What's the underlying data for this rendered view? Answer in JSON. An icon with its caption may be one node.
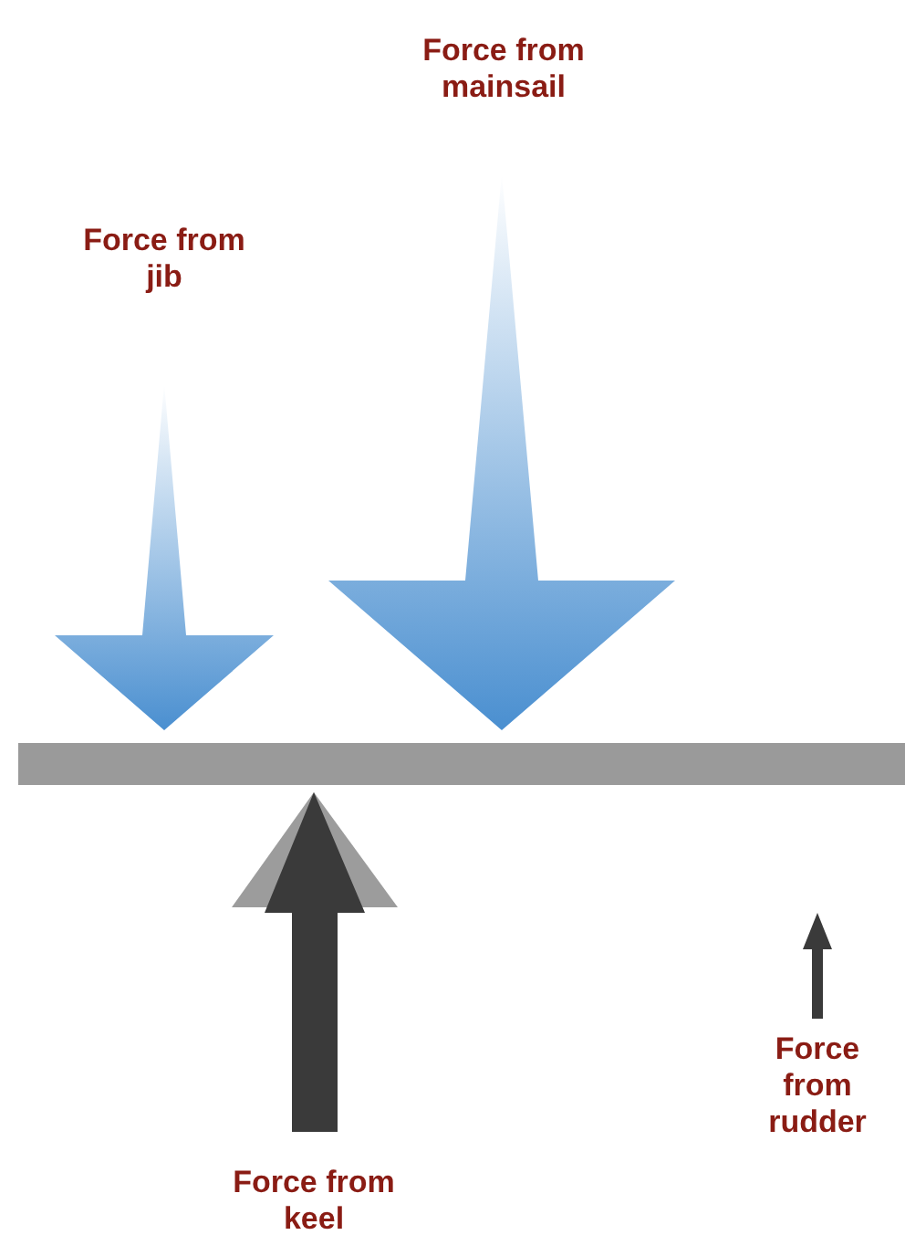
{
  "diagram": {
    "nodes": [
      {
        "text": [],
        "shape": "bar"
      }
    ],
    "labels": [
      "Force from mainsail",
      "Force from jib",
      "Force from rudder",
      "Force from keel"
    ]
  }
}
